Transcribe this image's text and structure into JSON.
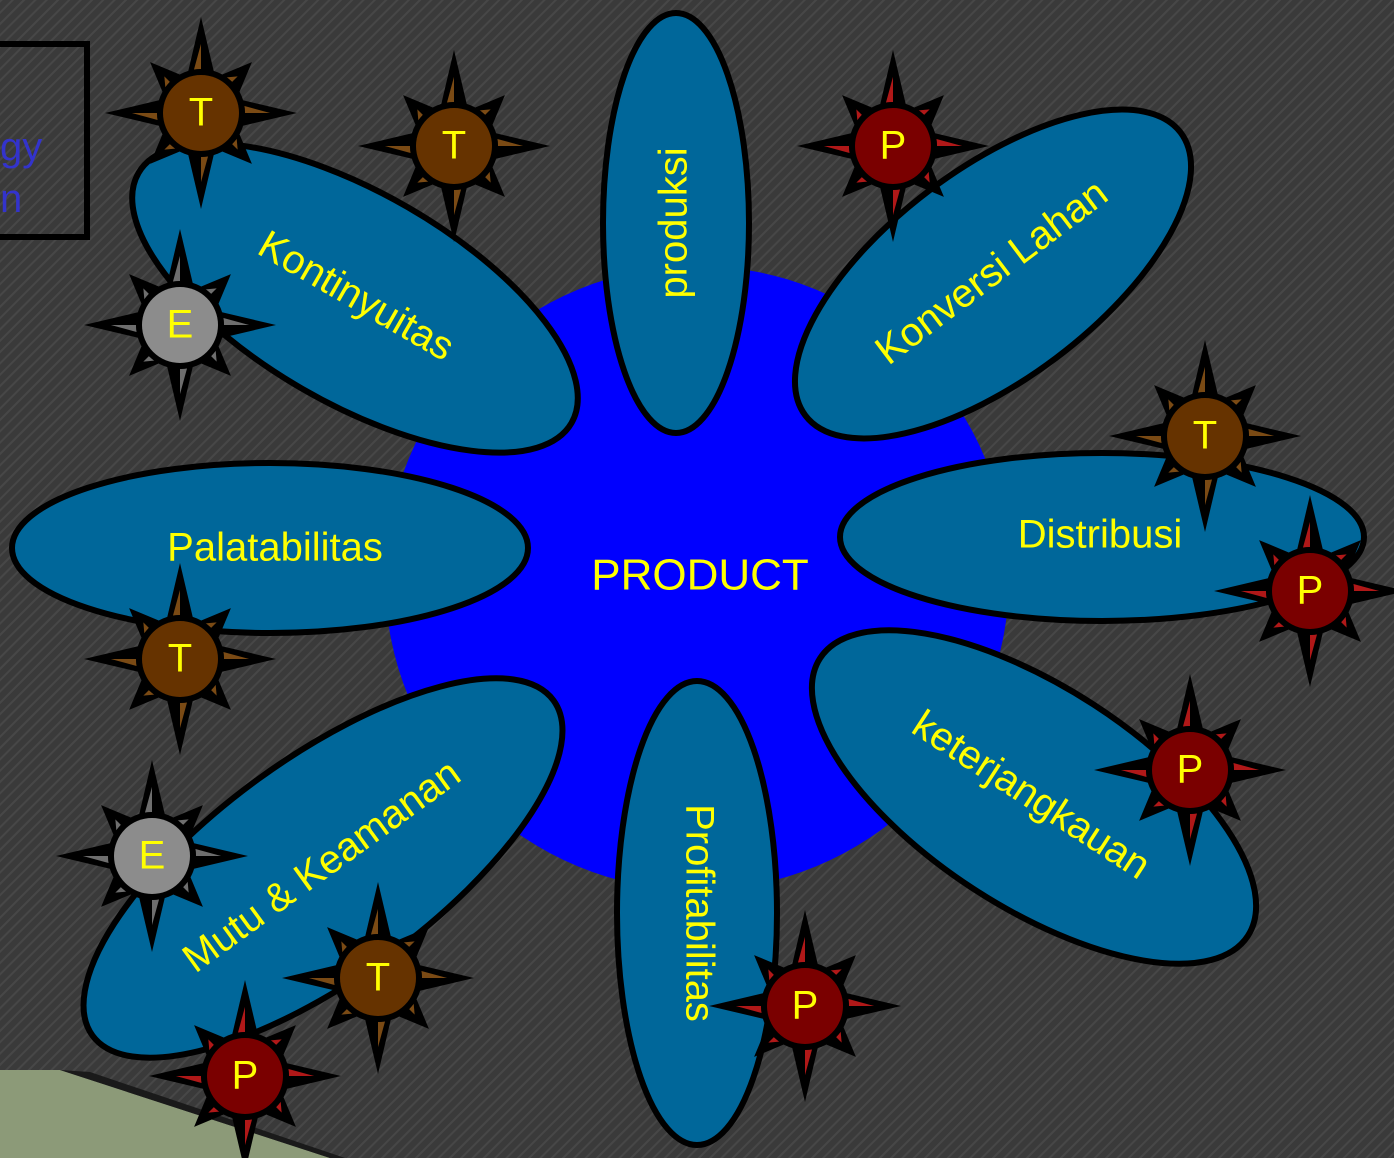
{
  "colors": {
    "background": "#3a3a3a",
    "stripe": "#4a4a4a",
    "hub": "#0000ff",
    "petal": "#00679a",
    "outline": "#000000",
    "text": "#ffff00",
    "legend_text": "#3333cc",
    "badge_T": "#663300",
    "badge_P": "#7a0000",
    "badge_E": "#8c8c8c",
    "spike_T": "#7a4a14",
    "spike_P": "#b01818",
    "spike_E": "#6e6e6e"
  },
  "legend": {
    "line1": "gy",
    "line2": "n"
  },
  "hub": {
    "label": "PRODUCT"
  },
  "petals": {
    "produksi": "produksi",
    "konversi": "Konversi Lahan",
    "kontinyuitas": "Kontinyuitas",
    "palatabilitas": "Palatabilitas",
    "distribusi": "Distribusi",
    "keterjangkauan": "keterjangkauan",
    "profitabilitas": "Profitabilitas",
    "mutu": "Mutu & Keamanan"
  },
  "badges": {
    "t1": "T",
    "t2": "T",
    "t3": "T",
    "t4": "T",
    "t5": "T",
    "p1": "P",
    "p2": "P",
    "p3": "P",
    "p4": "P",
    "p5": "P",
    "e1": "E",
    "e2": "E"
  }
}
